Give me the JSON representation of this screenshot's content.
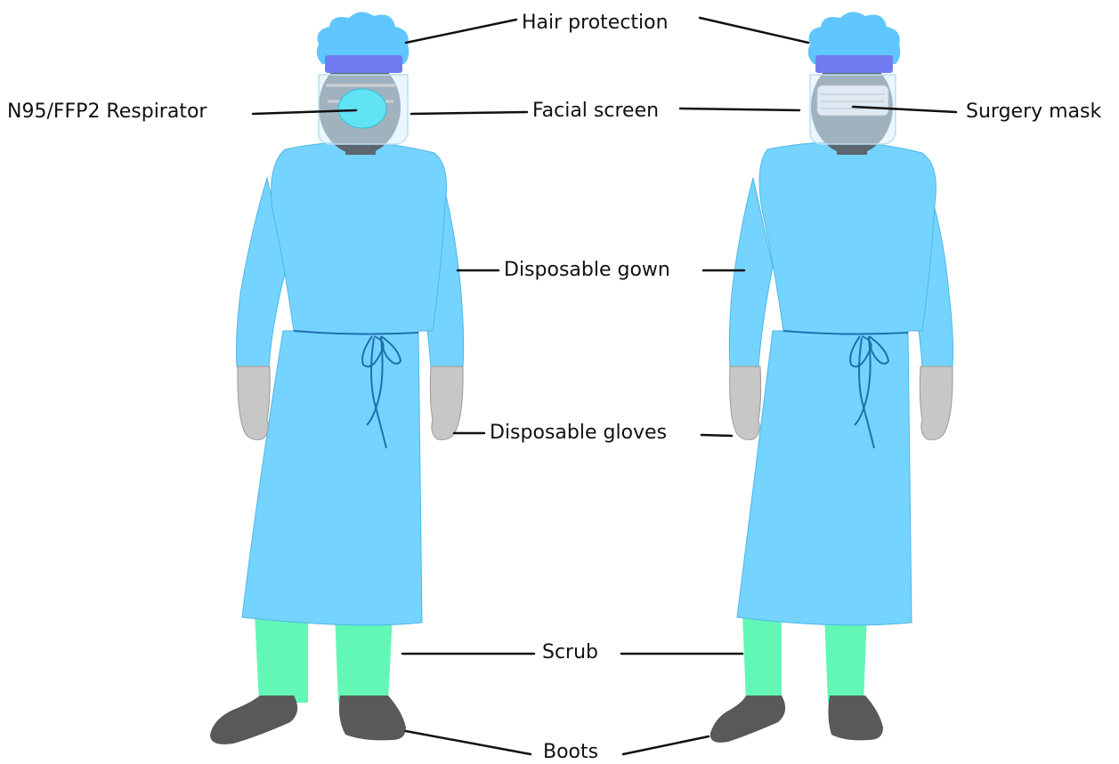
{
  "labels": {
    "hair_protection": "Hair protection",
    "n95_respirator": "N95/FFP2 Respirator",
    "facial_screen": "Facial screen",
    "surgery_mask": "Surgery mask",
    "disposable_gown": "Disposable gown",
    "disposable_gloves": "Disposable gloves",
    "scrub": "Scrub",
    "boots": "Boots"
  },
  "colors": {
    "gown": "#74d4ff",
    "gown_edge": "#4fb6e6",
    "cap": "#5fc6ff",
    "headband": "#6f7bf0",
    "skin": "#5b6670",
    "respirator": "#5fe3f5",
    "gloves": "#c7c7c7",
    "scrub": "#63f7b6",
    "boots": "#595959",
    "apron_tie": "#1f6fae",
    "screen": "#d9f1ff"
  }
}
